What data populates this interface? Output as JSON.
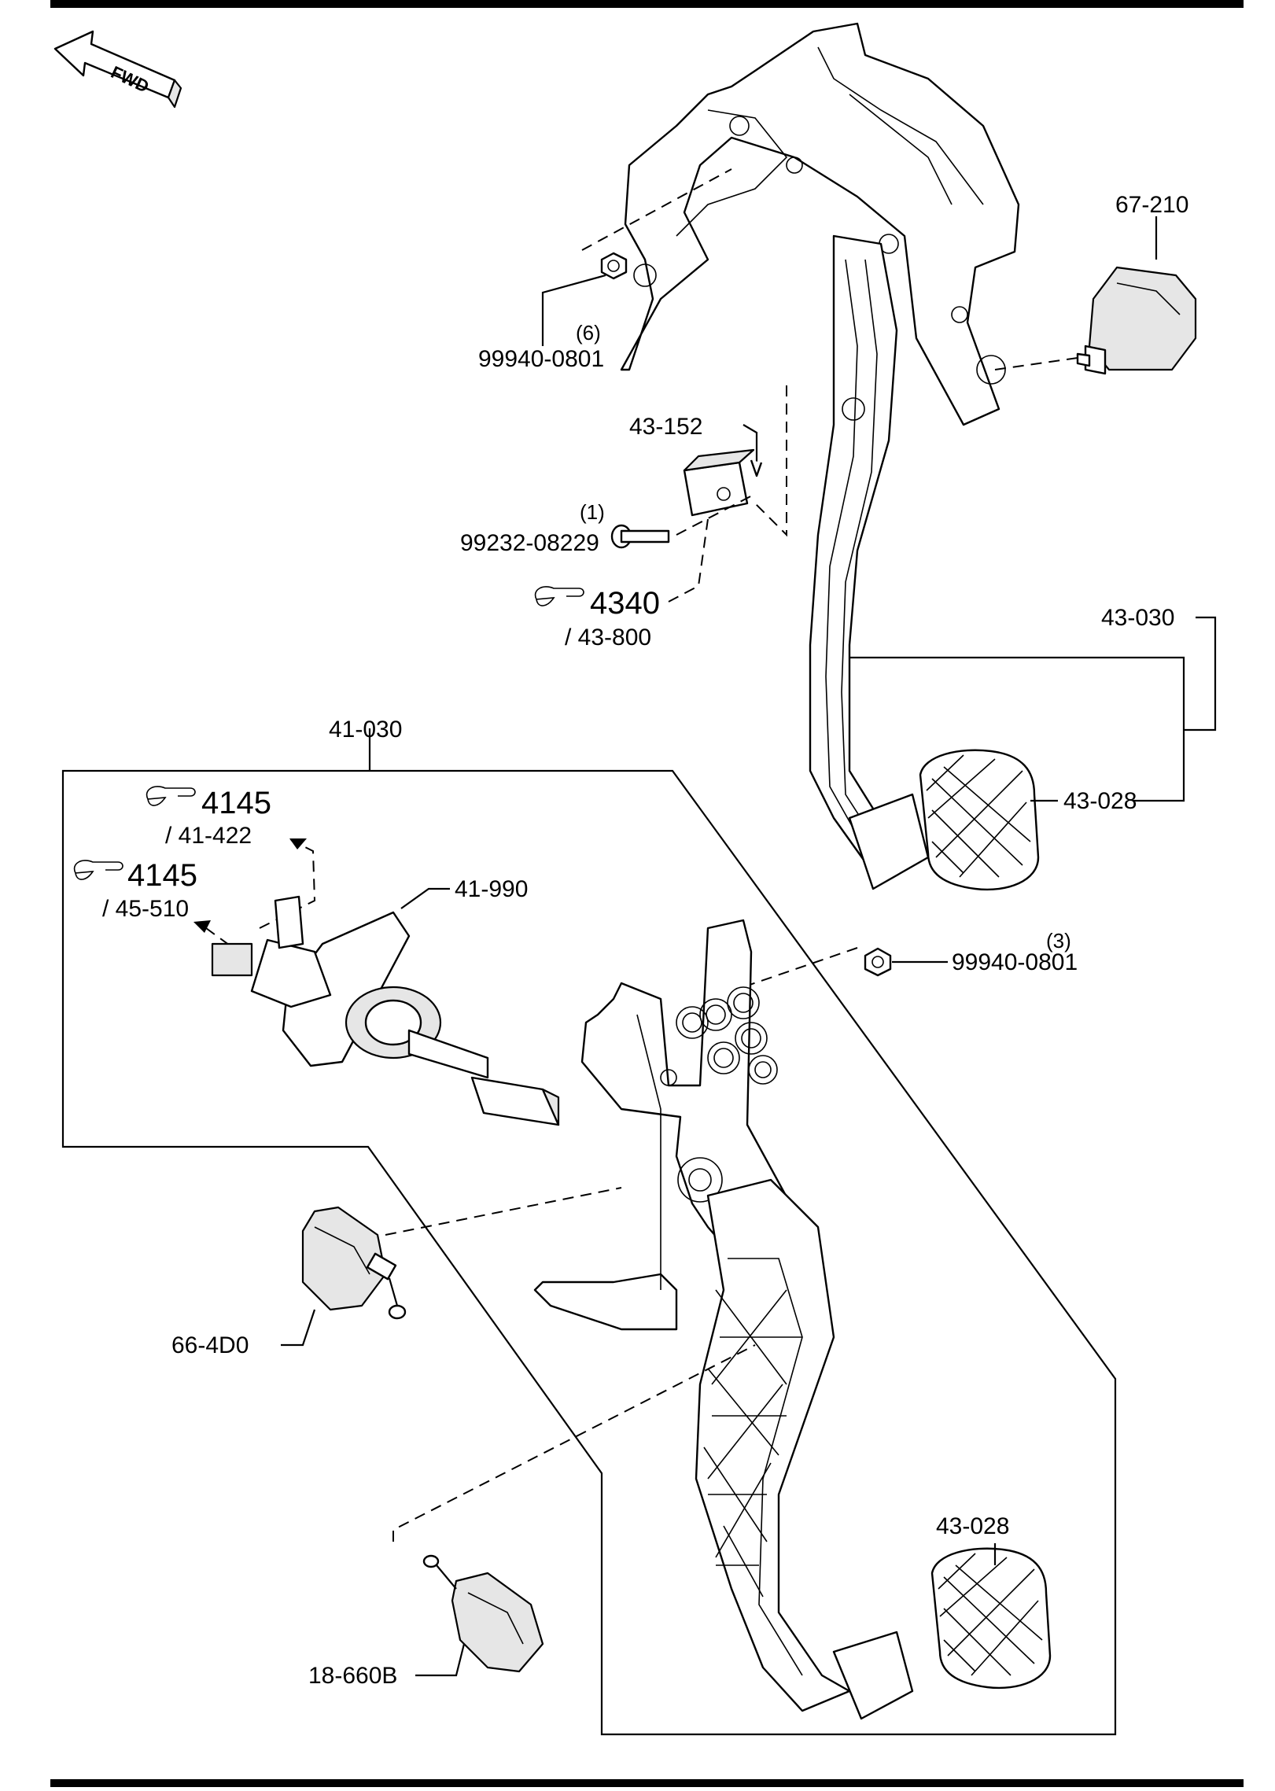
{
  "orientation": "FWD",
  "callouts": {
    "p67_210": "67-210",
    "p99940_0801_a": "99940-0801",
    "qty_6": "(6)",
    "p43_152": "43-152",
    "qty_1": "(1)",
    "p99232_08229": "99232-08229",
    "ref_4340": "4340",
    "ref_43_800": "/ 43-800",
    "p43_030": "43-030",
    "p41_030": "41-030",
    "ref_4145_a": "4145",
    "ref_41_422": "/ 41-422",
    "ref_4145_b": "4145",
    "ref_45_510": "/ 45-510",
    "p41_990": "41-990",
    "p43_028_a": "43-028",
    "qty_3": "(3)",
    "p99940_0801_b": "99940-0801",
    "p66_4D0": "66-4D0",
    "p43_028_b": "43-028",
    "p18_660B": "18-660B"
  },
  "icons": {
    "reference": "pointing-hand-icon",
    "direction": "fwd-arrow-icon"
  },
  "colors": {
    "ink": "#000000",
    "paper": "#ffffff"
  }
}
